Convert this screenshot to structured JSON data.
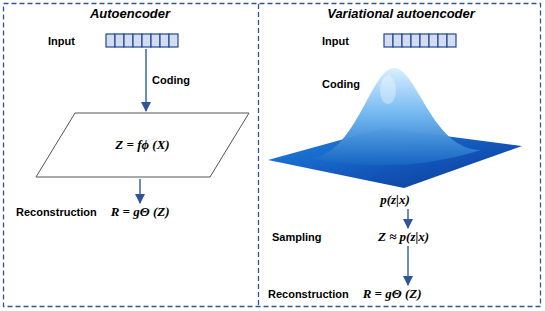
{
  "diagram": {
    "nodes": [
      {
        "text": [
          "Input"
        ]
      },
      {
        "text": [
          "Z = fϕ (X)"
        ]
      },
      {
        "text": [
          "Reconstruction",
          "R = gΘ (Z)"
        ]
      },
      {
        "text": [
          "Input"
        ]
      },
      {
        "text": [
          "p(z|x)"
        ]
      },
      {
        "text": [
          "Z ≈ p(z|x)"
        ]
      },
      {
        "text": [
          "Reconstruction",
          "R = gΘ (Z)"
        ]
      }
    ],
    "edges": [
      {
        "from": 0,
        "to": 1,
        "label": "Coding",
        "arrow": "to"
      },
      {
        "from": 1,
        "to": 2,
        "arrow": "to"
      },
      {
        "from": 4,
        "to": 5,
        "label": "Sampling",
        "arrow": "to"
      },
      {
        "from": 5,
        "to": 6,
        "arrow": "to"
      }
    ],
    "labels": [
      "Autoencoder",
      "Variational autoencoder",
      "Coding"
    ]
  }
}
